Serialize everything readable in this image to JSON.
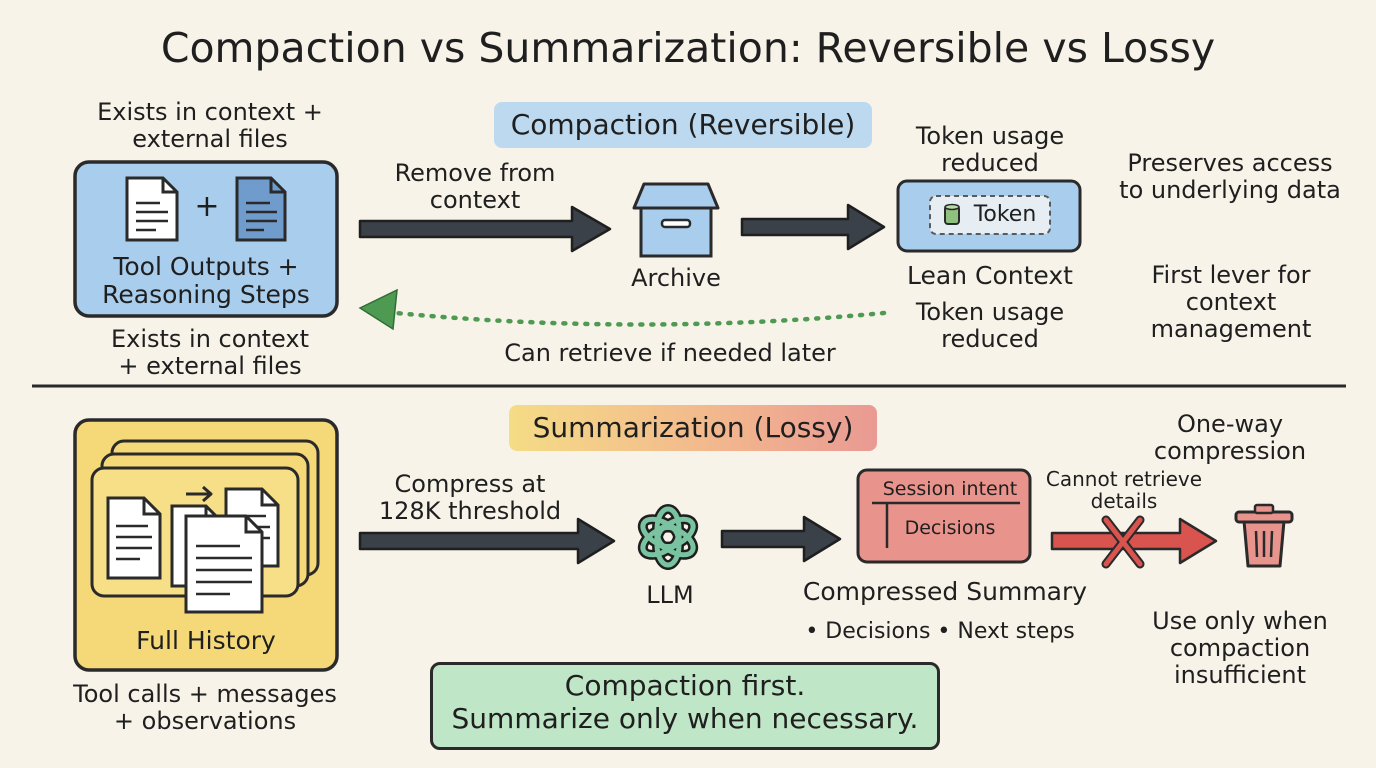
{
  "title": "Compaction vs Summarization: Reversible vs Lossy",
  "compaction": {
    "header": "Compaction (Reversible)",
    "source_top_note": "Exists in context +\nexternal files",
    "source_box_label": "Tool Outputs +\nReasoning Steps",
    "plus_sign": "+",
    "source_bottom_note": "Exists in context\n+ external files",
    "arrow_label": "Remove from\ncontext",
    "archive_label": "Archive",
    "token_chip": "Token",
    "lean_top_note": "Token usage\nreduced",
    "lean_label": "Lean Context",
    "lean_bottom_note": "Token usage\nreduced",
    "retrieve_label": "Can retrieve if needed later",
    "side_note_1": "Preserves access\nto underlying data",
    "side_note_2": "First lever for\ncontext\nmanagement"
  },
  "summarization": {
    "header": "Summarization (Lossy)",
    "history_label": "Full History",
    "history_note": "Tool calls + messages\n+ observations",
    "arrow_label": "Compress at\n128K threshold",
    "llm_label": "LLM",
    "summary_row_1": "Session intent",
    "summary_row_2": "Decisions",
    "summary_label": "Compressed Summary",
    "summary_bullets": "• Decisions • Next steps",
    "cannot_retrieve": "Cannot retrieve\ndetails",
    "side_note_1": "One-way\ncompression",
    "side_note_2": "Use only when\ncompaction\ninsufficient"
  },
  "conclusion": "Compaction first.\nSummarize only when necessary.",
  "colors": {
    "background": "#f7f3e9",
    "compaction_box": "#a9cdec",
    "summarization_box": "#f5d978",
    "summary_card": "#e8938c",
    "retrieve_arrow": "#4f9a52",
    "blocked_arrow": "#d9534f",
    "arrow": "#3a4148",
    "conclusion_box": "#bfe6c6"
  }
}
